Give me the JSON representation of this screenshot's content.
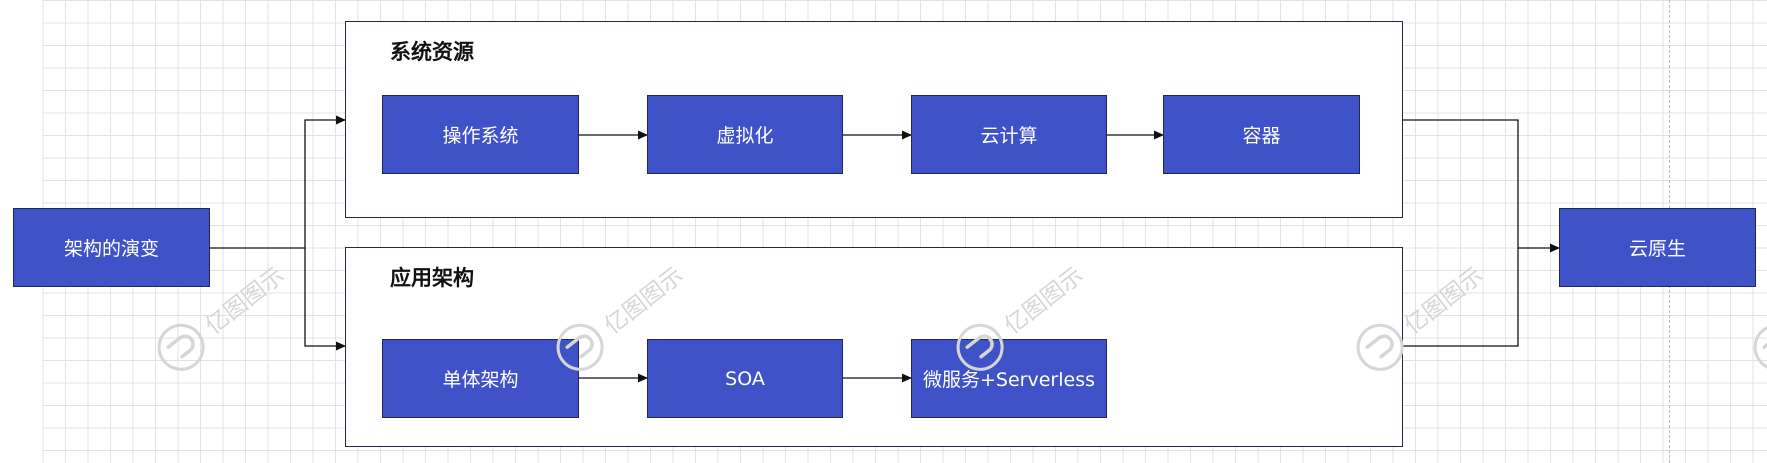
{
  "diagram": {
    "groups": {
      "system_resources": {
        "title": "系统资源"
      },
      "app_architecture": {
        "title": "应用架构"
      }
    },
    "nodes": {
      "root": "架构的演变",
      "os": "操作系统",
      "virtualization": "虚拟化",
      "cloud_computing": "云计算",
      "container": "容器",
      "monolith": "单体架构",
      "soa": "SOA",
      "microservices": "微服务+Serverless",
      "cloud_native": "云原生"
    },
    "watermark": "亿图图示",
    "colors": {
      "node_fill": "#3f52c8",
      "node_border": "#1e2759",
      "group_border": "#1f2a44",
      "connector": "#111111",
      "grid": "#e3e3e3"
    }
  }
}
